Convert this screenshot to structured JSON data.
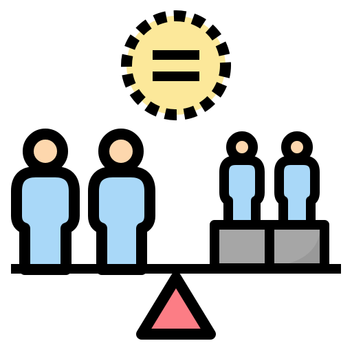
{
  "icon": {
    "subject": "equality-balance-scale-icon",
    "colors": {
      "outline": "#000000",
      "badge_fill": "#FCE89A",
      "person_body": "#A9D8F8",
      "person_head": "#FDD7AD",
      "pedestal_light": "#A6A6A6",
      "pedestal_dark": "#999999",
      "fulcrum": "#FC7D85",
      "background": "#FFFFFF"
    },
    "elements": [
      "equals-badge",
      "left-person-1",
      "left-person-2",
      "right-person-1",
      "right-person-2",
      "pedestal-left",
      "pedestal-right",
      "beam",
      "fulcrum"
    ]
  }
}
